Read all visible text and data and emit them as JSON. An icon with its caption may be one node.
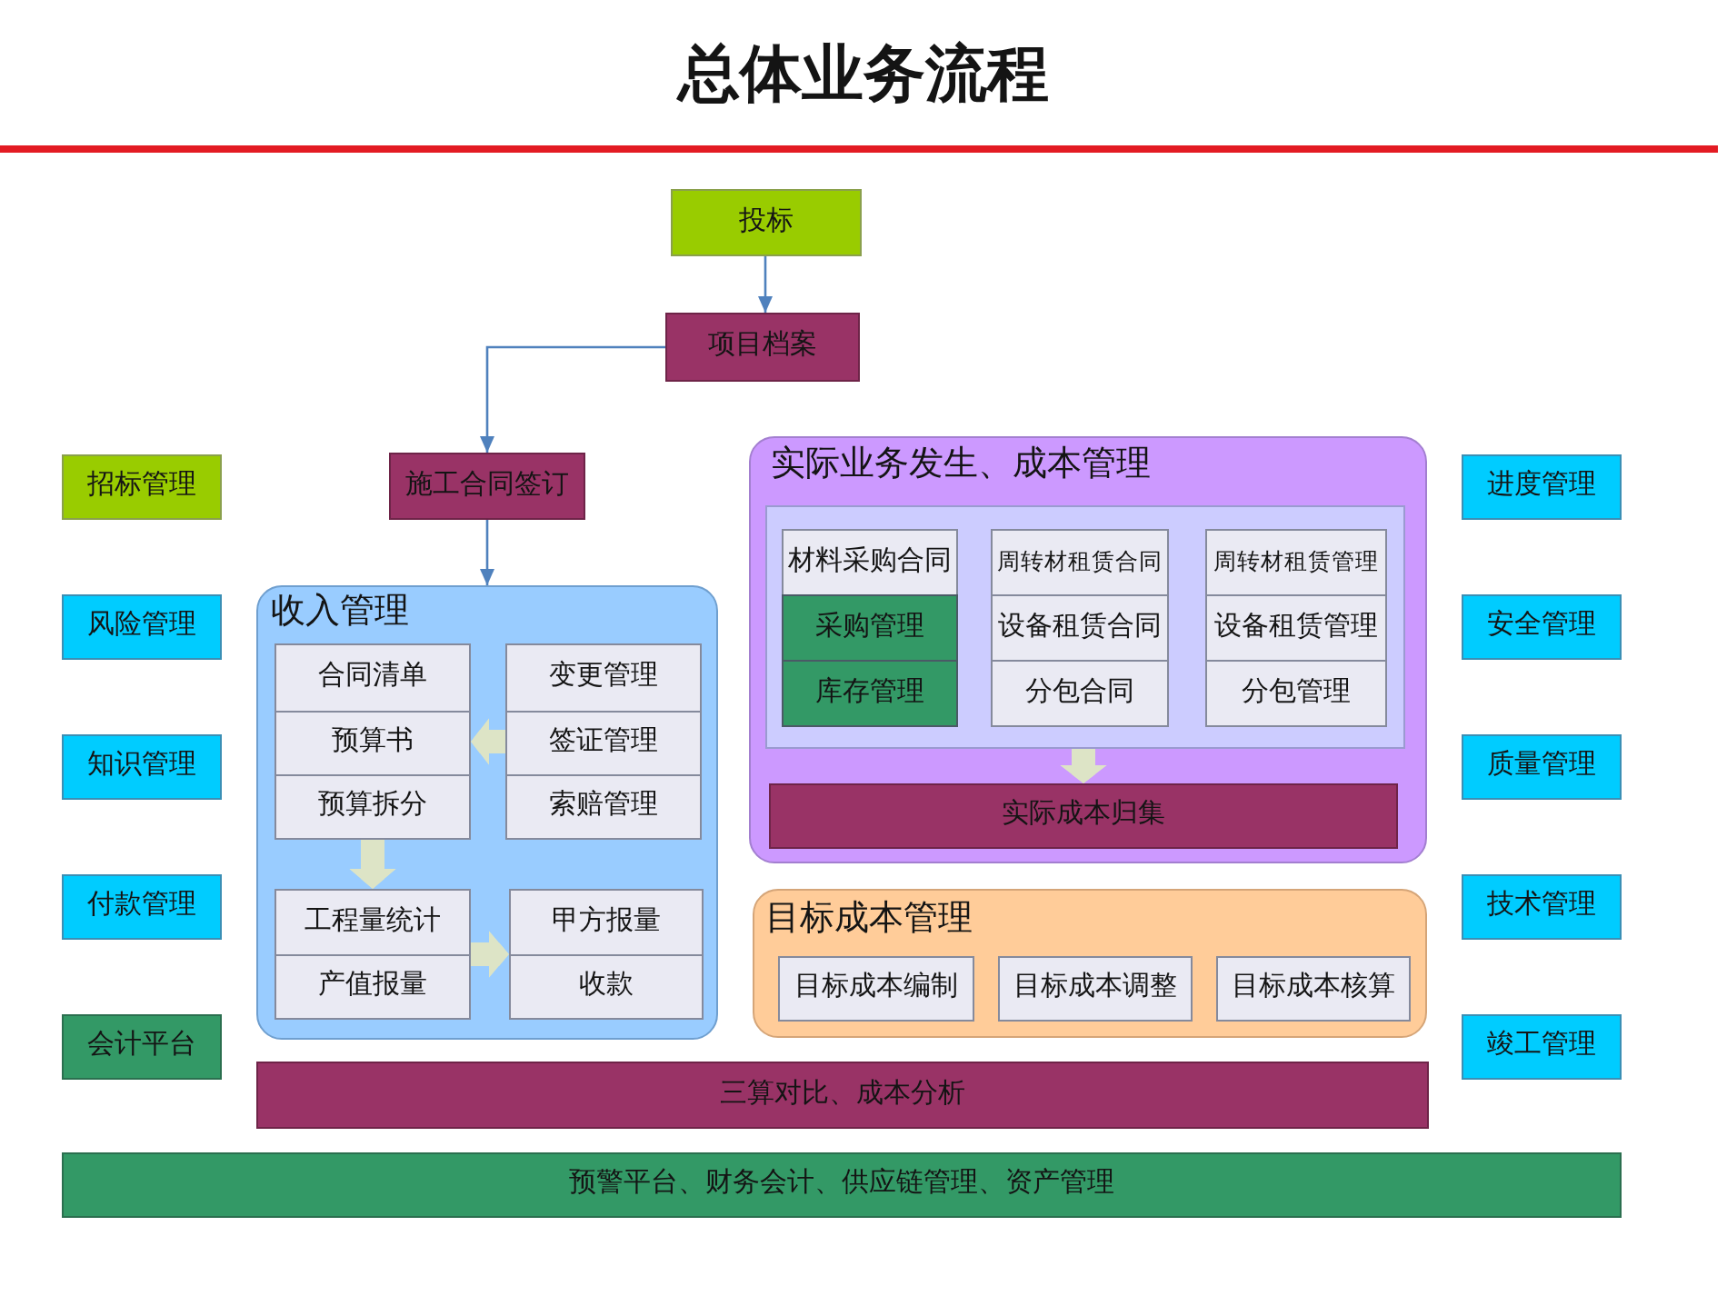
{
  "diagram": {
    "title": "总体业务流程",
    "nodes": [
      {
        "text": [
          "投标"
        ]
      },
      {
        "text": [
          "项目档案"
        ]
      },
      {
        "text": [
          "招标管理"
        ]
      },
      {
        "text": [
          "施工合同签订"
        ]
      },
      {
        "text": [
          "实际业务发生、成本管理"
        ]
      },
      {
        "text": [],
        "shape": "box",
        "in": 4
      },
      {
        "text": [
          "材料采购合同"
        ],
        "in": 5
      },
      {
        "text": [
          "周转材租赁合同"
        ],
        "in": 5
      },
      {
        "text": [
          "周转材租赁管理"
        ],
        "in": 5
      },
      {
        "text": [
          "采购管理"
        ],
        "in": 5
      },
      {
        "text": [
          "设备租赁合同"
        ],
        "in": 5
      },
      {
        "text": [
          "设备租赁管理"
        ],
        "in": 5
      },
      {
        "text": [
          "库存管理"
        ],
        "in": 5
      },
      {
        "text": [
          "分包合同"
        ],
        "in": 5
      },
      {
        "text": [
          "分包管理"
        ],
        "in": 5
      },
      {
        "text": [
          "实际成本归集"
        ],
        "in": 4
      },
      {
        "text": [
          "进度管理"
        ]
      },
      {
        "text": [
          "风险管理"
        ]
      },
      {
        "text": [
          "收入管理"
        ]
      },
      {
        "text": [],
        "shape": "box",
        "in": 18
      },
      {
        "text": [
          "合同清单"
        ],
        "in": 19
      },
      {
        "text": [
          "预算书"
        ],
        "in": 19
      },
      {
        "text": [
          "预算拆分"
        ],
        "in": 19
      },
      {
        "text": [],
        "shape": "box",
        "in": 18
      },
      {
        "text": [
          "变更管理"
        ],
        "in": 23
      },
      {
        "text": [
          "签证管理"
        ],
        "in": 23
      },
      {
        "text": [
          "索赔管理"
        ],
        "in": 23
      },
      {
        "text": [],
        "shape": "box",
        "in": 18
      },
      {
        "text": [
          "工程量统计"
        ],
        "in": 27
      },
      {
        "text": [
          "产值报量"
        ],
        "in": 27
      },
      {
        "text": [],
        "shape": "box",
        "in": 18
      },
      {
        "text": [
          "甲方报量"
        ],
        "in": 30
      },
      {
        "text": [
          "收款"
        ],
        "in": 30
      },
      {
        "text": [
          "安全管理"
        ]
      },
      {
        "text": [
          "知识管理"
        ]
      },
      {
        "text": [
          "质量管理"
        ]
      },
      {
        "text": [
          "付款管理"
        ]
      },
      {
        "text": [
          "目标成本管理"
        ]
      },
      {
        "text": [
          "目标成本编制"
        ],
        "in": 37
      },
      {
        "text": [
          "目标成本调整"
        ],
        "in": 37
      },
      {
        "text": [
          "目标成本核算"
        ],
        "in": 37
      },
      {
        "text": [
          "技术管理"
        ]
      },
      {
        "text": [
          "会计平台"
        ]
      },
      {
        "text": [
          "竣工管理"
        ]
      },
      {
        "text": [
          "三算对比、成本分析"
        ]
      },
      {
        "text": [
          "预警平台、财务会计、供应链管理、资产管理"
        ]
      }
    ],
    "edges": [
      {
        "from": 0,
        "to": 1,
        "arrow": "to",
        "color": "#4f81bd"
      },
      {
        "from": 1,
        "to": 3,
        "arrow": "to",
        "color": "#4f81bd"
      },
      {
        "from": 3,
        "to": 18,
        "arrow": "to",
        "color": "#4f81bd"
      },
      {
        "from": 23,
        "to": 19,
        "arrow": "to"
      },
      {
        "from": 19,
        "to": 27,
        "arrow": "to"
      },
      {
        "from": 27,
        "to": 30,
        "arrow": "to"
      },
      {
        "from": 5,
        "to": 15,
        "arrow": "to"
      }
    ]
  }
}
